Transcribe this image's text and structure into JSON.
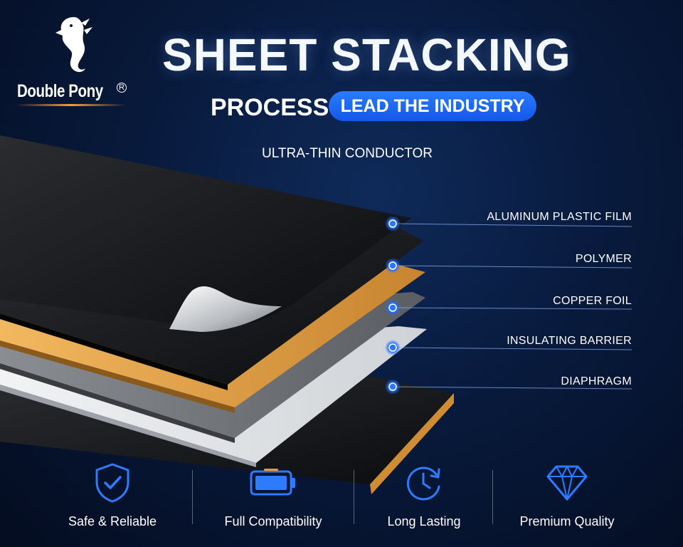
{
  "brand": {
    "name": "Double Pony",
    "registered": "R"
  },
  "header": {
    "title": "SHEET STACKING",
    "process": "PROCESS",
    "badge": "LEAD THE INDUSTRY",
    "subtitle": "ULTRA-THIN CONDUCTOR"
  },
  "layers": [
    {
      "label": "ALUMINUM PLASTIC FILM"
    },
    {
      "label": "POLYMER"
    },
    {
      "label": "COPPER FOIL"
    },
    {
      "label": "INSULATING BARRIER"
    },
    {
      "label": "DIAPHRAGM"
    }
  ],
  "features": [
    {
      "label": "Safe & Reliable",
      "icon": "shield-check-icon"
    },
    {
      "label": "Full Compatibility",
      "icon": "battery-icon"
    },
    {
      "label": "Long Lasting",
      "icon": "clock-refresh-icon"
    },
    {
      "label": "Premium Quality",
      "icon": "diamond-icon"
    }
  ],
  "colors": {
    "accent": "#1f6bff",
    "icon_blue": "#2e7bff",
    "copper": "#e0a448",
    "glow": "#ff9a2e"
  }
}
